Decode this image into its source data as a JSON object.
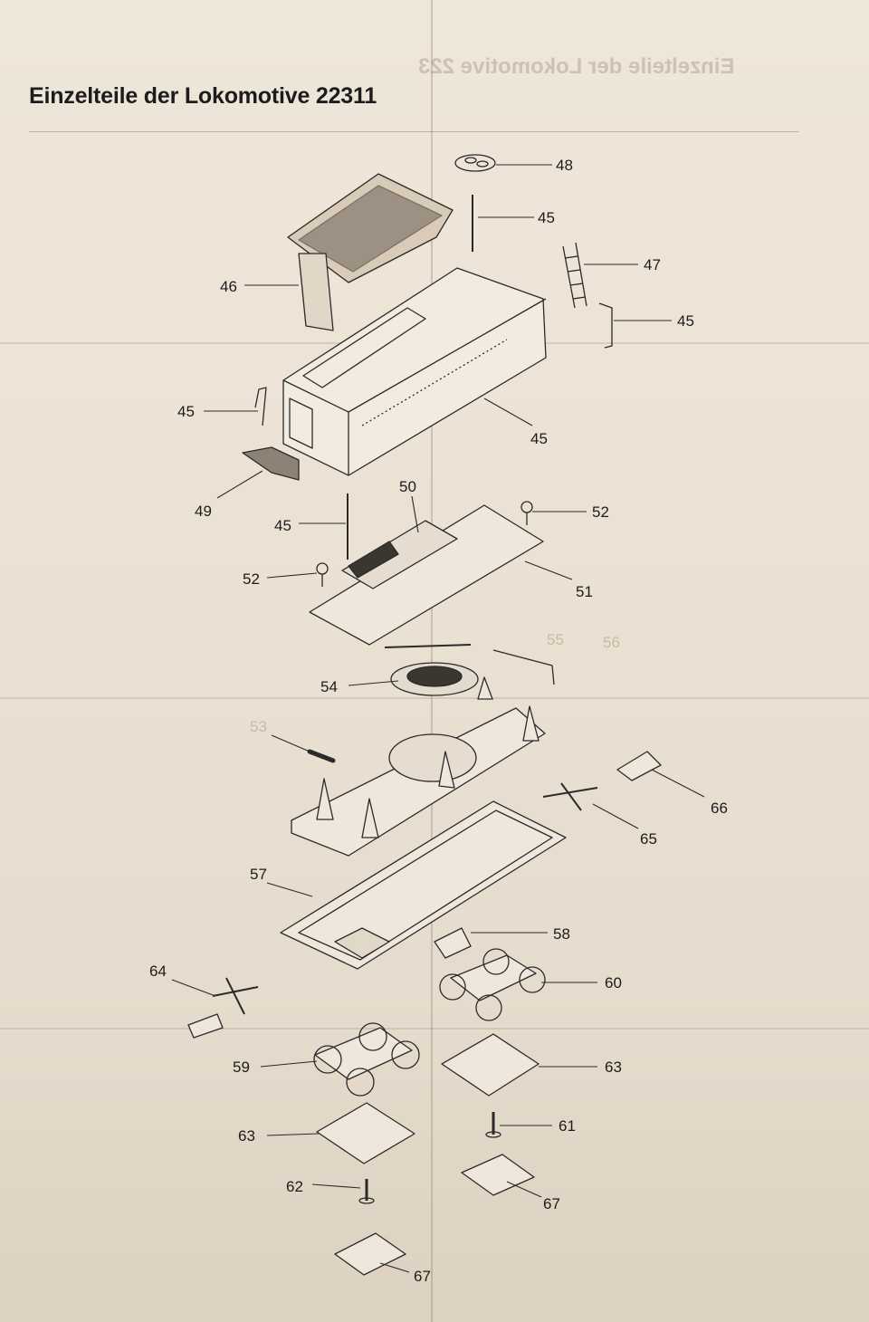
{
  "title": "Einzelteile der Lokomotive 22311",
  "ghost_title": "Einzelteile der Lokomotive 223",
  "part_labels": {
    "p48": "48",
    "p45a": "45",
    "p47": "47",
    "p45b": "45",
    "p46": "46",
    "p45c": "45",
    "p45d": "45",
    "p50": "50",
    "p49": "49",
    "p52a": "52",
    "p45e": "45",
    "p52b": "52",
    "p51": "51",
    "p55": "55",
    "p56": "56",
    "p54": "54",
    "p53": "53",
    "p66": "66",
    "p65": "65",
    "p57": "57",
    "p58": "58",
    "p64": "64",
    "p60": "60",
    "p59": "59",
    "p63a": "63",
    "p63b": "63",
    "p61": "61",
    "p62": "62",
    "p67a": "67",
    "p67b": "67"
  },
  "colors": {
    "paper": "#ece2d4",
    "ink": "#1c1c1c"
  }
}
